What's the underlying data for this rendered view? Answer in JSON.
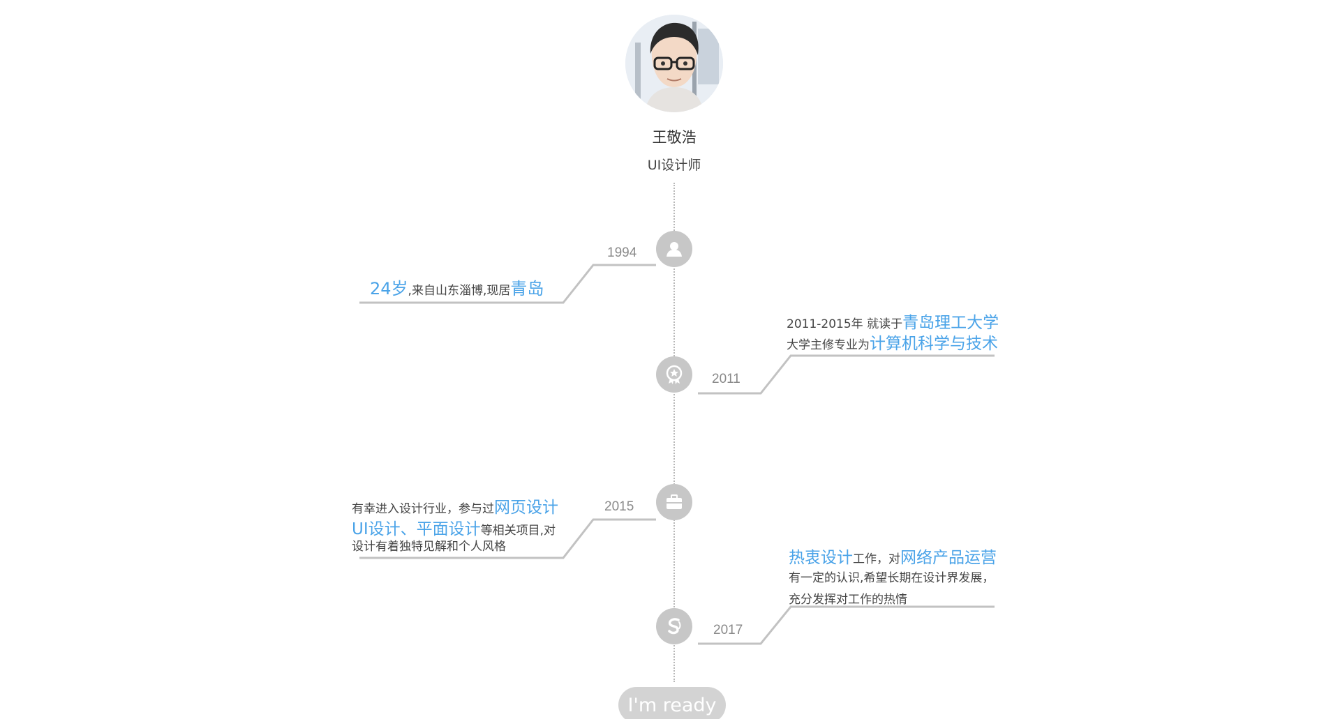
{
  "profile": {
    "name": "王敬浩",
    "title": "UI设计师",
    "avatar_icon": "profile-photo"
  },
  "timeline": [
    {
      "year": "1994",
      "icon": "user-icon",
      "parts": [
        {
          "text": "24岁",
          "highlight": true
        },
        {
          "text": ",来自山东淄博,现居",
          "highlight": false
        },
        {
          "text": "青岛",
          "highlight": true
        }
      ]
    },
    {
      "year": "2011",
      "icon": "award-icon",
      "line1": [
        {
          "text": "2011-2015年 就读于",
          "highlight": false
        },
        {
          "text": "青岛理工大学",
          "highlight": true
        }
      ],
      "line2": [
        {
          "text": "大学主修专业为",
          "highlight": false
        },
        {
          "text": "计算机科学与技术",
          "highlight": true
        }
      ]
    },
    {
      "year": "2015",
      "icon": "briefcase-icon",
      "line1": [
        {
          "text": "有幸进入设计行业，参与过",
          "highlight": false
        },
        {
          "text": "网页设计",
          "highlight": true
        }
      ],
      "line2": [
        {
          "text": "UI设计、平面设计",
          "highlight": true
        },
        {
          "text": "等相关项目,对",
          "highlight": false
        }
      ],
      "line3": "设计有着独特见解和个人风格"
    },
    {
      "year": "2017",
      "icon": "swirl-icon",
      "line1": [
        {
          "text": "热衷设计",
          "highlight": true
        },
        {
          "text": "工作，对",
          "highlight": false
        },
        {
          "text": "网络产品运营",
          "highlight": true
        }
      ],
      "line2": "有一定的认识,希望长期在设计界发展，",
      "line3": "充分发挥对工作的热情"
    }
  ],
  "ready_button": "I'm ready",
  "colors": {
    "accent": "#4aa3e8",
    "node": "#c7c7c7",
    "line": "#b8b8b8",
    "button": "#d3d3d3"
  }
}
